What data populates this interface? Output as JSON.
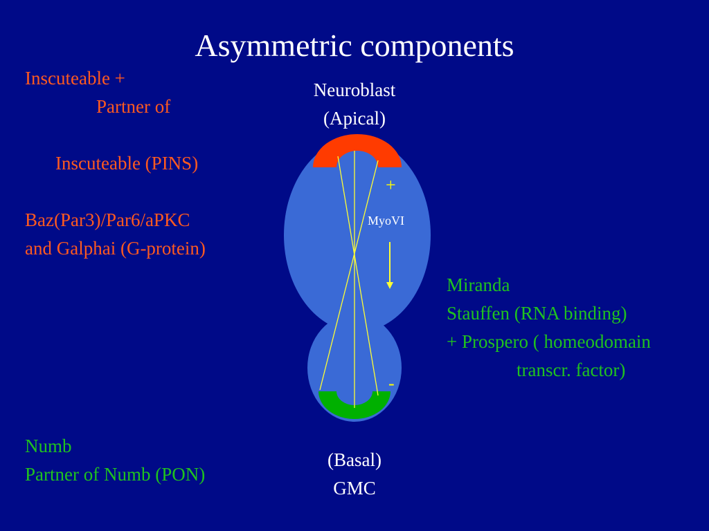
{
  "slide": {
    "title": "Asymmetric components",
    "apical_proteins": {
      "line1": "Inscuteable  +",
      "line2": "Partner of",
      "line3": "Inscuteable (PINS)",
      "line4": "Baz(Par3)/Par6/aPKC",
      "line5": "and Galphai (G-protein)"
    },
    "basal_proteins_left": {
      "line1": "Numb",
      "line2": "Partner of Numb (PON)"
    },
    "basal_proteins_right": {
      "line1": "Miranda",
      "line2": "Stauffen (RNA binding)",
      "line3": "+ Prospero ( homeodomain",
      "line4": "transcr. factor)"
    },
    "diagram": {
      "top_label_line1": "Neuroblast",
      "top_label_line2": "(Apical)",
      "bottom_label_line1": "(Basal)",
      "bottom_label_line2": "GMC",
      "motor_label": "MyoVI",
      "plus_sign": "+",
      "minus_sign": "-"
    },
    "colors": {
      "background": "#000a88",
      "cell": "#3a6ad6",
      "apical_crescent": "#ff3b00",
      "basal_crescent": "#00b000",
      "spindle": "#ffff33",
      "apical_text": "#ff5a1f",
      "basal_text": "#1fc21f"
    }
  }
}
